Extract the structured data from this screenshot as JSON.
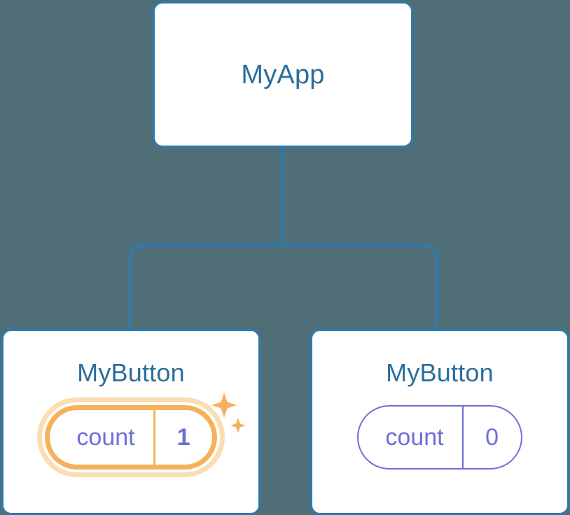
{
  "diagram": {
    "type": "component-tree",
    "background_color": "#4f6e78",
    "edge_color": "#2e7ab0",
    "node_border_color": "#2e7ab0",
    "node_title_color": "#2c6e9b",
    "state_color": "#6c6fd8",
    "highlight_color": "#f7b05b",
    "highlight_glow_color": "#fbddb2",
    "root": {
      "title": "MyApp"
    },
    "children": [
      {
        "title": "MyButton",
        "state": {
          "key": "count",
          "value": "1"
        },
        "highlighted": true,
        "sparkle": true
      },
      {
        "title": "MyButton",
        "state": {
          "key": "count",
          "value": "0"
        },
        "highlighted": false,
        "sparkle": false
      }
    ]
  }
}
